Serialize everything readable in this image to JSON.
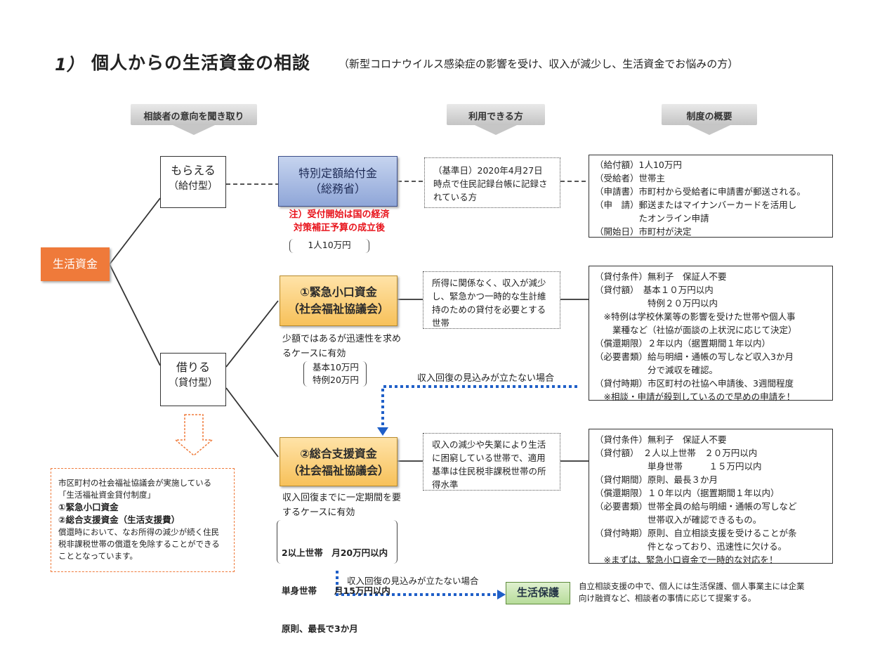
{
  "title": {
    "number": "1）",
    "main": "個人からの生活資金の相談",
    "subtitle": "（新型コロナウイルス感染症の影響を受け、収入が減少し、生活資金でお悩みの方）"
  },
  "headers": {
    "intention": "相談者の意向を聞き取り",
    "eligible": "利用できる方",
    "overview": "制度の概要"
  },
  "root": "生活資金",
  "morau": {
    "line1": "もらえる",
    "line2": "（給付型）"
  },
  "kariru": {
    "line1": "借りる",
    "line2": "（貸付型）"
  },
  "tokubetsu": {
    "line1": "特別定額給付金",
    "line2": "（総務省）",
    "note1": "注）受付開始は国の経済",
    "note2": "対策補正予算の成立後",
    "amount": "1人10万円",
    "eligible": "（基準日）2020年4月27日時点で住民記録台帳に記録されている方",
    "details": [
      "（給付額）1人10万円",
      "（受給者）世帯主",
      "（申請書）市町村から受給者に申請書が郵送される。",
      "（申　請）郵送またはマイナンバーカードを活用し",
      "　　　　　たオンライン申請",
      "（開始日）市町村が決定"
    ]
  },
  "kinkyu": {
    "line1": "①緊急小口資金",
    "line2": "（社会福祉協議会）",
    "desc": "少額ではあるが迅速性を求めるケースに有効",
    "amount1": "基本10万円",
    "amount2": "特例20万円",
    "eligible": "所得に関係なく、収入が減少し、緊急かつ一時的な生計維持のための貸付を必要とする世帯",
    "details": [
      "（貸付条件）無利子　保証人不要",
      "（貸付額）　基本１０万円以内",
      "　　　　　　特例２０万円以内",
      "　※特例は学校休業等の影響を受けた世帯や個人事",
      "　　業種など（社協が面談の上状況に応じて決定）",
      "（償還期限）２年以内（据置期間１年以内）",
      "（必要書類）給与明細・通帳の写しなど収入3か月",
      "　　　　　　分で減収を確認。",
      "（貸付時期）市区町村の社協へ申請後、3週間程度",
      "　※相談・申請が殺到しているので早めの申請を！"
    ]
  },
  "arrow_note_1": "収入回復の見込みが立たない場合",
  "sogo": {
    "line1": "②総合支援資金",
    "line2": "（社会福祉協議会）",
    "desc": "収入回復までに一定期間を要するケースに有効",
    "amount1": "2以上世帯　月20万円以内",
    "amount2": "単身世帯　　月15万円以内",
    "amount3": "原則、最長で3か月",
    "eligible": "収入の減少や失業により生活に困窮している世帯で、適用基準は住民税非課税世帯の所得水準",
    "details": [
      "（貸付条件）無利子　保証人不要",
      "（貸付額）　２人以上世帯　２０万円以内",
      "　　　　　　単身世帯　　　１５万円以内",
      "（貸付期間）原則、最長３か月",
      "（償還期限）１０年以内（据置期間１年以内）",
      "（必要書類）世帯全員の給与明細・通帳の写しなど",
      "　　　　　　世帯収入が確認できるもの。",
      "（貸付時期）原則、自立相談支援を受けることが条",
      "　　　　　　件となっており、迅速性に欠ける。",
      "　※まずは、緊急小口資金で一時的な対応を！"
    ]
  },
  "arrow_note_2": "収入回復の見込みが立たない場合",
  "seikatsu_hogo": "生活保護",
  "seikatsu_hogo_desc1": "自立相談支援の中で、個人には生活保護、個人事業主には企業",
  "seikatsu_hogo_desc2": "向け融資など、相談者の事情に応じて提案する。",
  "note": {
    "line1": "市区町村の社会福祉協議会が実施している",
    "line2": "「生活福祉資金貸付制度」",
    "line3": "①緊急小口資金",
    "line4": "②総合支援資金（生活支援費）",
    "line5": "償還時において、なお所得の減少が続く住民税非課税世帯の償還を免除することができることとなっています。"
  },
  "colors": {
    "root": "#ef7a3a",
    "blue_box": "#8fa6d8",
    "orange_box": "#f7c15a",
    "green_box": "#b7dc9a",
    "red_note": "#e8141c",
    "blue_dotted": "#1f5fc8"
  }
}
